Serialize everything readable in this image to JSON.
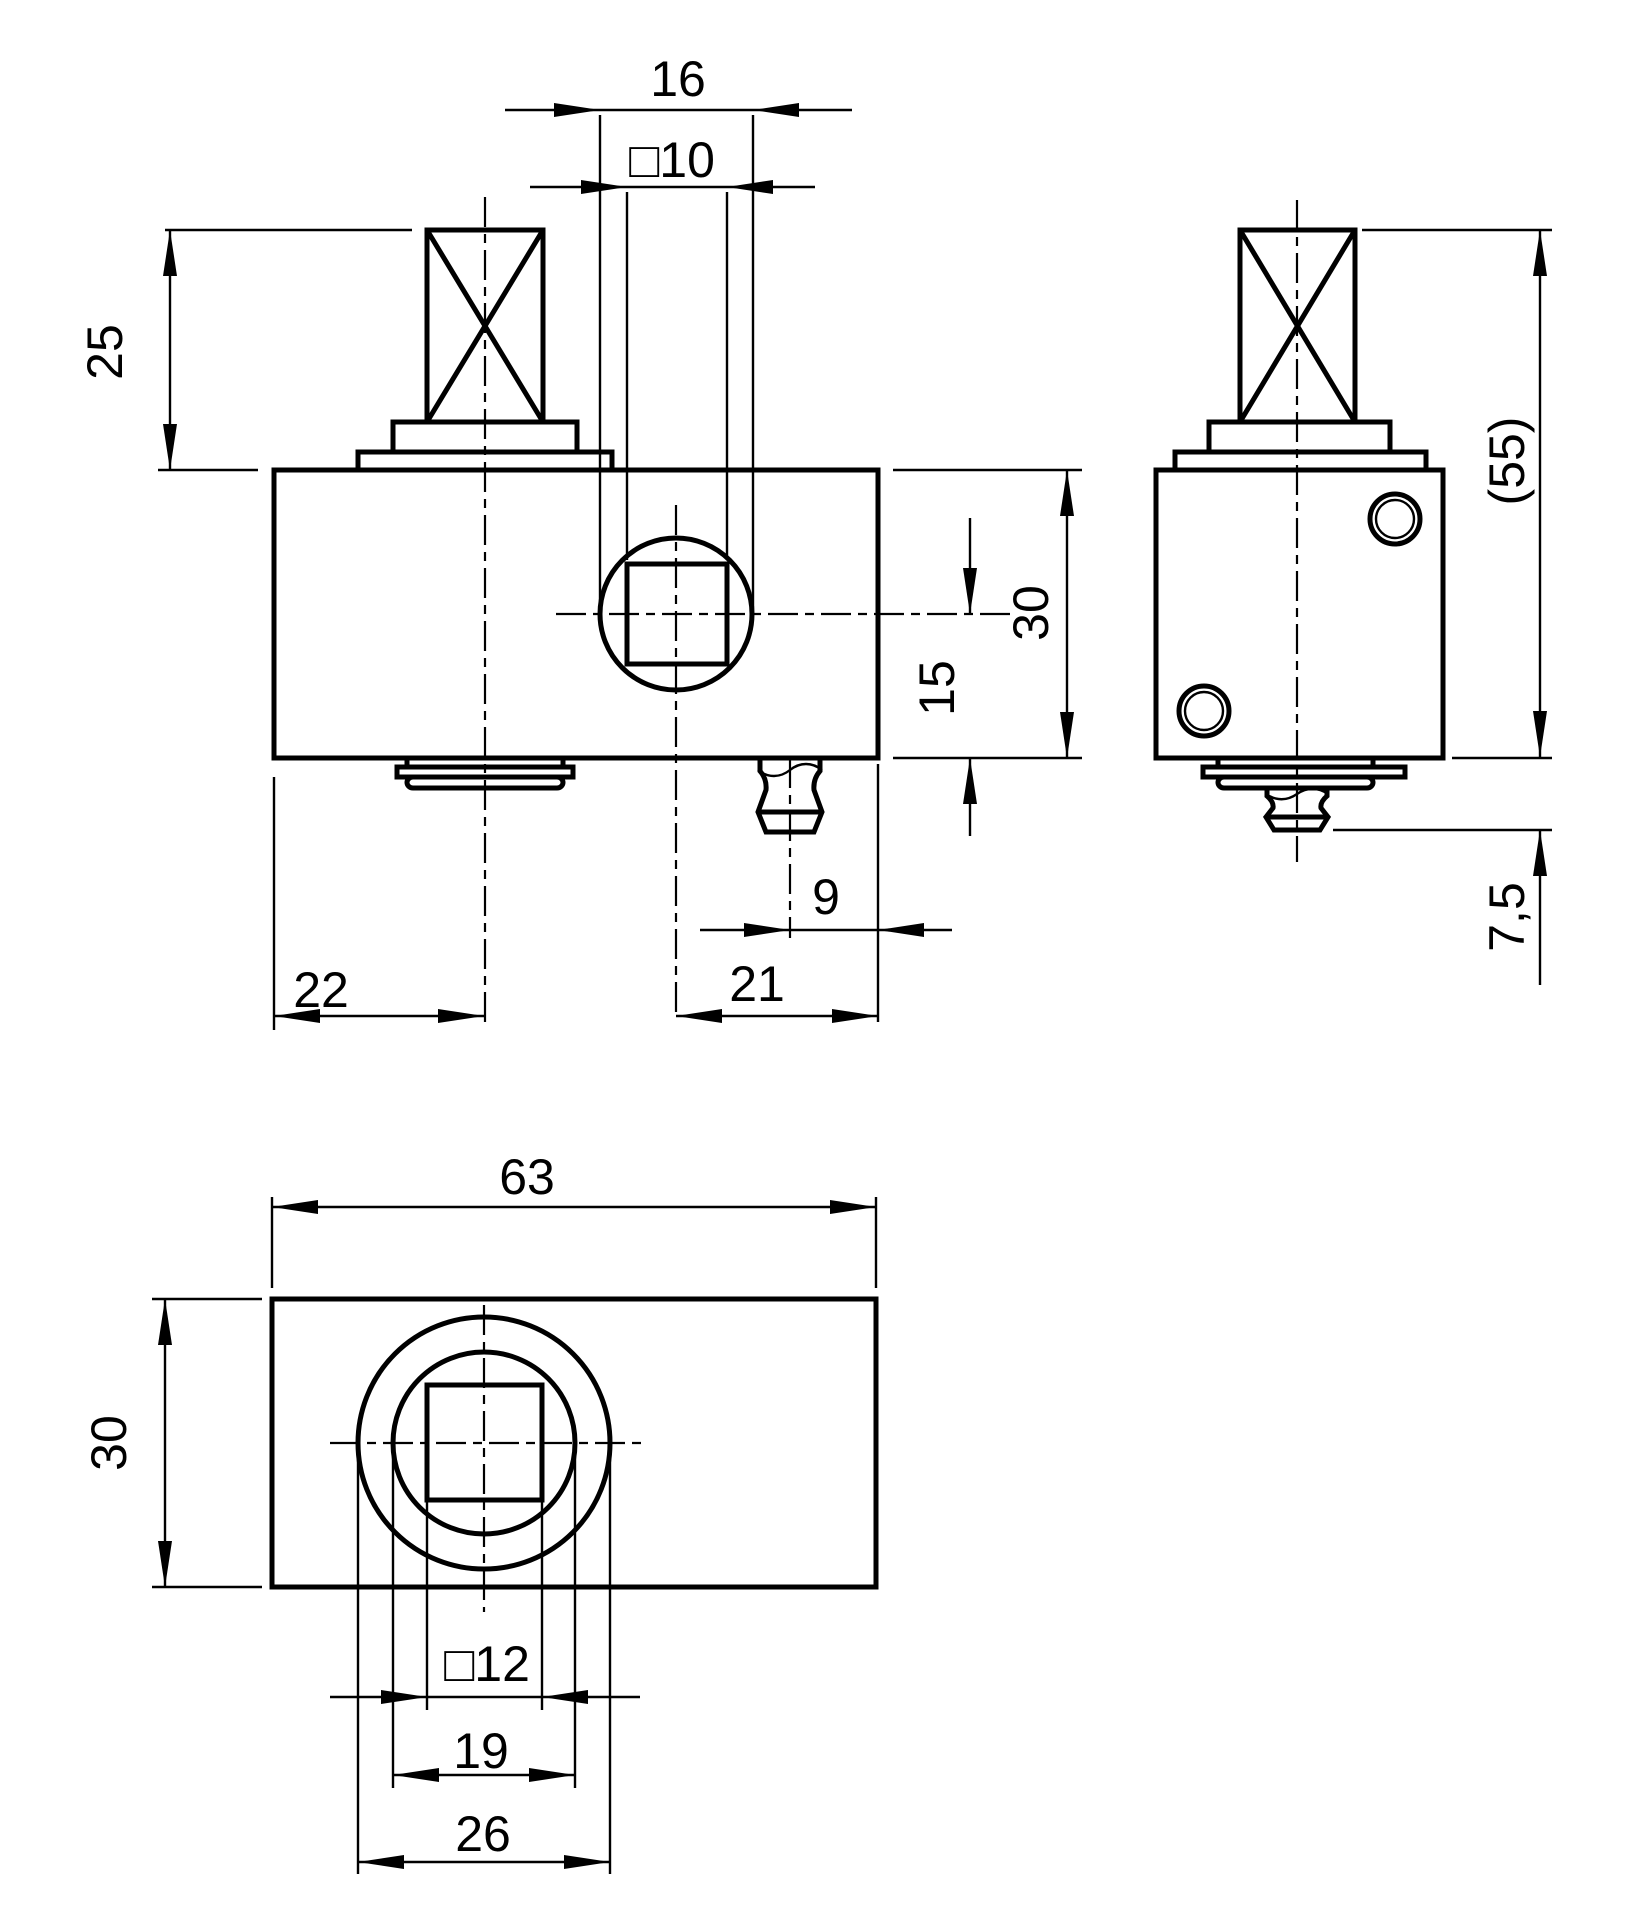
{
  "drawing": {
    "type": "technical-dimension-drawing",
    "background_color": "#ffffff",
    "line_color": "#000000",
    "front_view": {
      "name": "front-view",
      "dims": {
        "top_width": "16",
        "square_drive": "□10",
        "coil_height": "25",
        "body_height": "30",
        "axis_to_bottom": "15",
        "nipple_to_edge": "9",
        "center_to_edge": "21",
        "edge_to_flange": "22"
      }
    },
    "side_view": {
      "name": "side-view",
      "dims": {
        "overall_height": "(55)",
        "nipple_protrusion": "7,5"
      }
    },
    "bottom_view": {
      "name": "bottom-view",
      "dims": {
        "body_length": "63",
        "body_depth": "30",
        "square_port": "□12",
        "inner_diameter": "19",
        "outer_diameter": "26"
      }
    }
  }
}
